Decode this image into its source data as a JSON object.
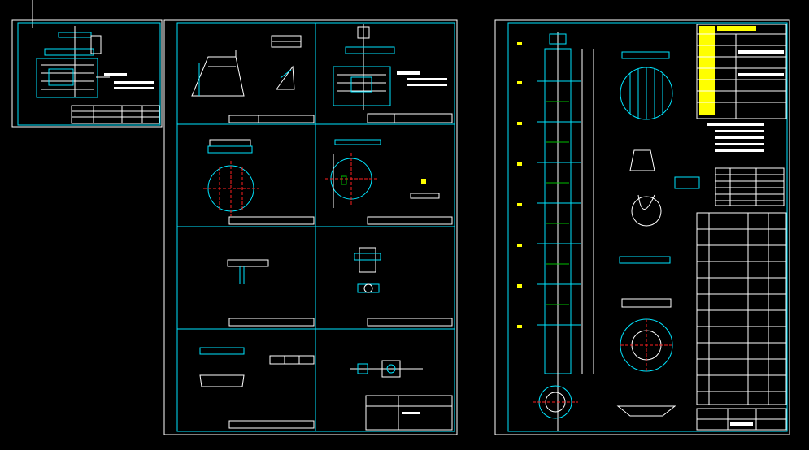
{
  "canvas": {
    "background": "#000000",
    "line_colors": {
      "frame": "#00e5ff",
      "detail": "#ffffff",
      "hidden": "#00c000",
      "centerline": "#ff2020",
      "highlight": "#ffff00"
    }
  },
  "sheets": [
    {
      "name": "sheet-small",
      "cells": 1
    },
    {
      "name": "sheet-detail-grid",
      "cells": 8
    },
    {
      "name": "sheet-assembly",
      "cells": 1
    }
  ],
  "icons": [
    "crosshair-cursor-icon"
  ]
}
